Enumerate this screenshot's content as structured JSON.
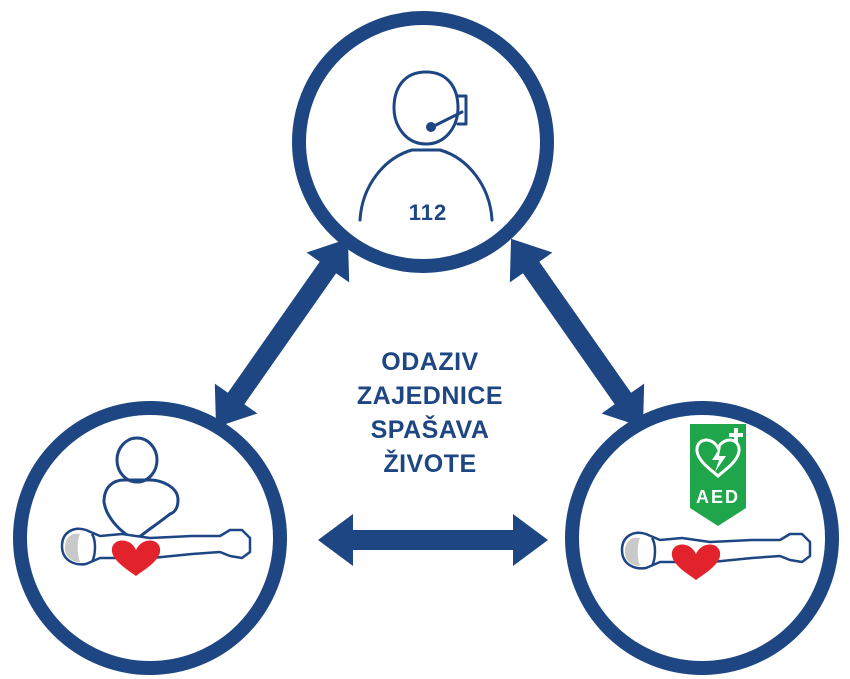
{
  "colors": {
    "primary": "#1d4683",
    "aed_green": "#1fa64b",
    "heart_red": "#e3232c",
    "head_grey": "#c9c9c9"
  },
  "nodes": {
    "dispatcher": {
      "icon": "headset-operator-icon",
      "number": "112"
    },
    "cpr": {
      "icon": "cpr-rescuer-icon"
    },
    "aed": {
      "icon": "aed-defibrillator-icon",
      "label": "AED"
    }
  },
  "center": {
    "lines": [
      "ODAZIV",
      "ZAJEDNICE",
      "SPAŠAVA",
      "ŽIVOTE"
    ]
  },
  "connectors": [
    {
      "from": "dispatcher",
      "to": "cpr",
      "icon": "double-arrow-icon"
    },
    {
      "from": "dispatcher",
      "to": "aed",
      "icon": "double-arrow-icon"
    },
    {
      "from": "cpr",
      "to": "aed",
      "icon": "double-arrow-icon"
    }
  ]
}
